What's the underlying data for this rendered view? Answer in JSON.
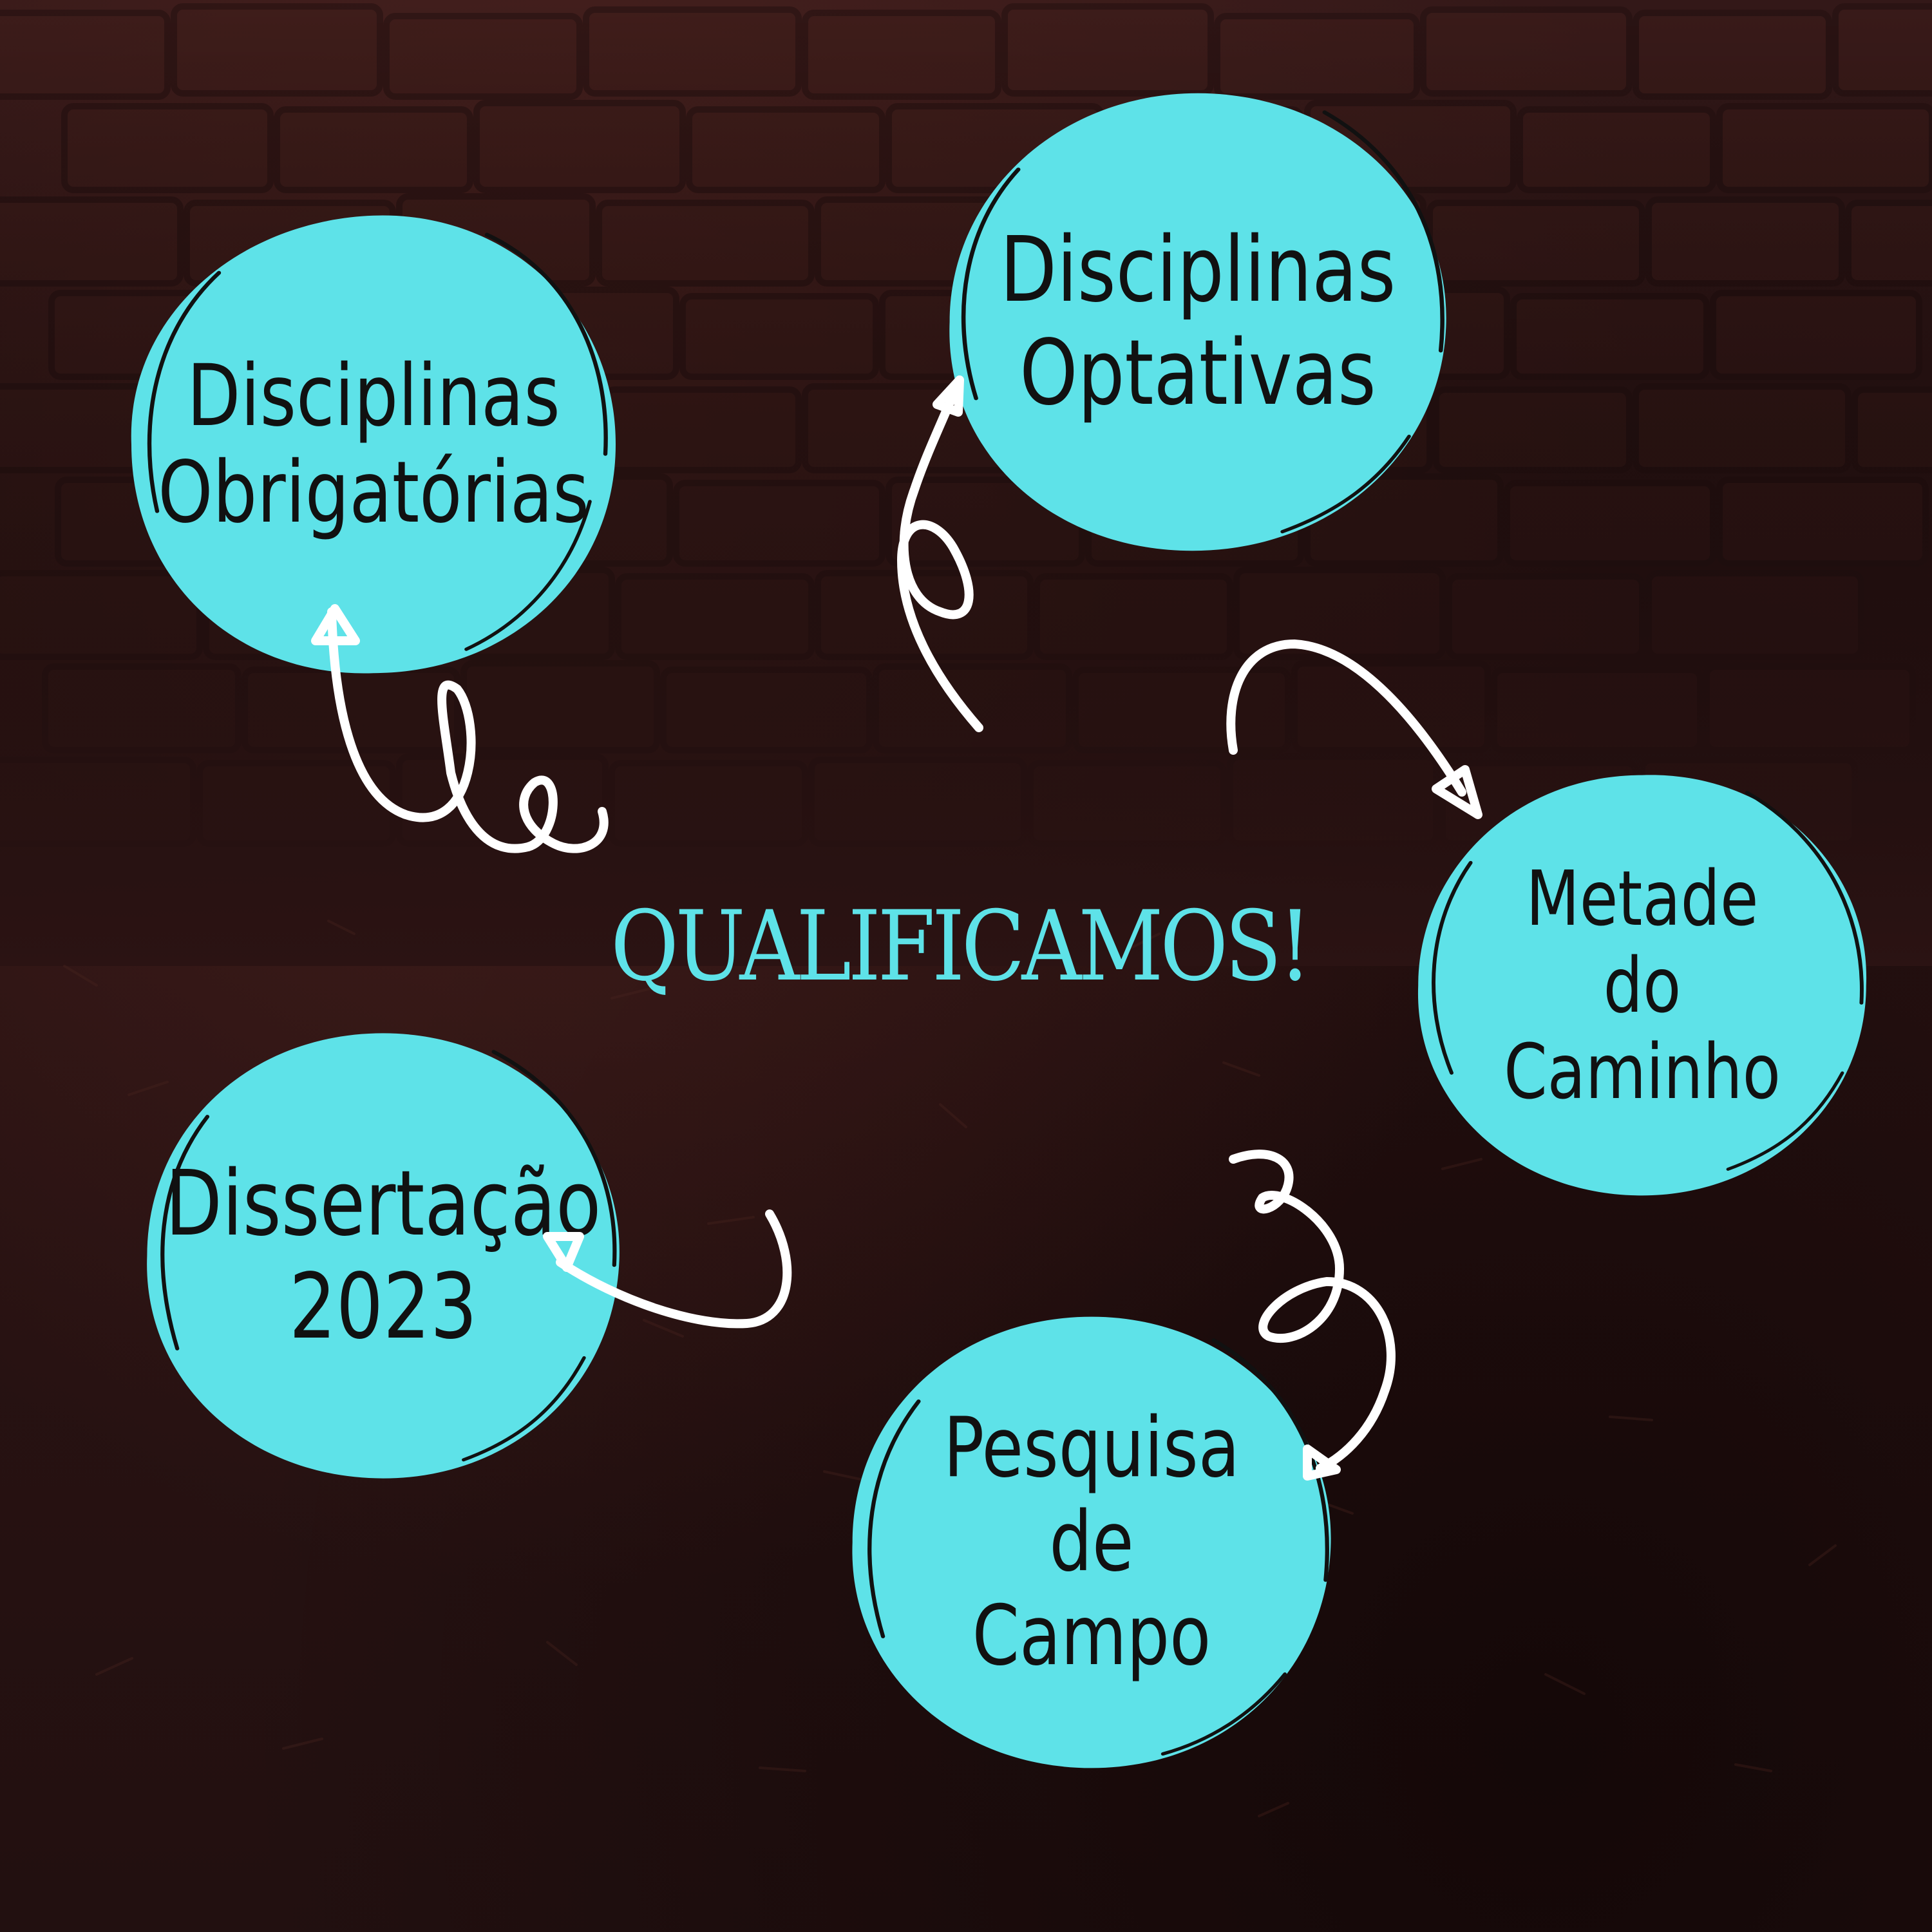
{
  "colors": {
    "background": "#2a1212",
    "circle_fill": "#5ee2e8",
    "circle_text": "#111111",
    "title": "#5ee2e8",
    "arrows": "#ffffff"
  },
  "title": "QUALIFICAMOS!",
  "nodes": {
    "obrigatorias": {
      "line1": "Disciplinas",
      "line2": "Obrigatórias"
    },
    "optativas": {
      "line1": "Disciplinas",
      "line2": "Optativas"
    },
    "metade": {
      "line1": "Metade",
      "line2": "do",
      "line3": "Caminho"
    },
    "pesquisa": {
      "line1": "Pesquisa",
      "line2": "de",
      "line3": "Campo"
    },
    "dissertacao": {
      "line1": "Dissertação",
      "line2": "2023"
    }
  },
  "icons": {
    "connector": "curly-arrow-icon"
  }
}
